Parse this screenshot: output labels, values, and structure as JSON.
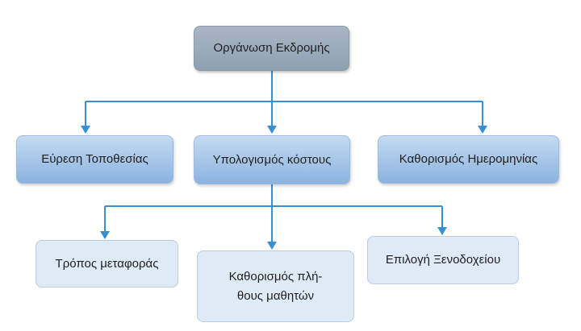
{
  "root": {
    "label": "Οργάνωση Εκδρομής"
  },
  "level1": [
    {
      "label": "Εύρεση Τοποθεσίας"
    },
    {
      "label": "Υπολογισμός κόστους"
    },
    {
      "label": "Καθορισμός Ημερομηνίας"
    }
  ],
  "level2": [
    {
      "label": "Τρόπος μεταφοράς"
    },
    {
      "label_line1": "Καθορισμός πλή-",
      "label_line2": "θους μαθητών"
    },
    {
      "label": "Επιλογή Ξενοδοχείου"
    }
  ],
  "colors": {
    "connector": "#3a8fd0",
    "root_fill": "#9aa9bb",
    "level1_fill": "#a6c6e8",
    "level2_fill": "#deebf7"
  }
}
